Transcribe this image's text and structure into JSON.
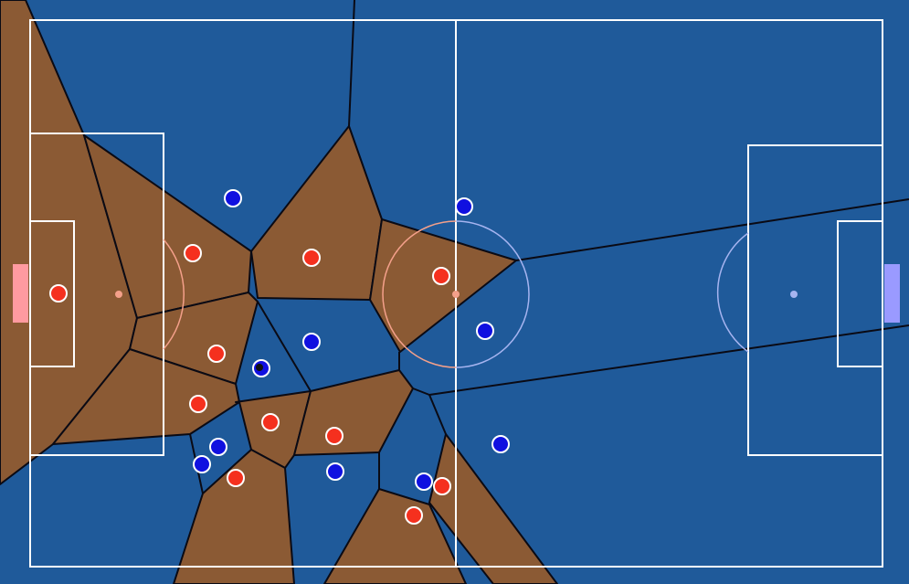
{
  "colors": {
    "background": "#1f5a9a",
    "red_region": "#8b5a34",
    "region_edge": "#0a0a14",
    "pitch_line": "#ffffff",
    "red_player": "#f5301e",
    "blue_player": "#1010e0",
    "player_outline": "#ffffff",
    "ball": "#111111",
    "red_goal": "#ff9aa0",
    "blue_goal": "#9a9aff",
    "red_arc": "#f4a08a",
    "blue_arc": "#a6b4f0"
  },
  "icons": {
    "red_player": "red-filled-circle",
    "blue_player": "blue-filled-circle",
    "ball": "black-dot"
  }
}
